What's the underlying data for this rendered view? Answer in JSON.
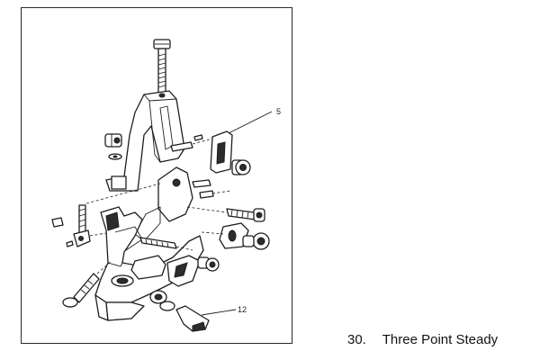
{
  "figure": {
    "number": "30.",
    "title": "Three Point Steady",
    "callouts": [
      "5",
      "12"
    ]
  },
  "colors": {
    "ink": "#1e1e1e",
    "paper": "#ffffff",
    "frame": "#2a2a2a"
  }
}
